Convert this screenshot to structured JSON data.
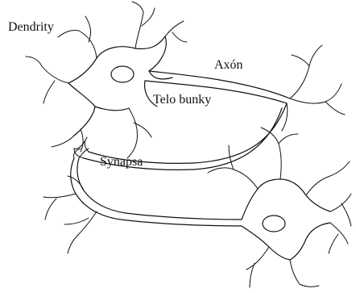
{
  "labels": {
    "dendrity": "Dendrity",
    "axon": "Axón",
    "telo_bunky": "Telo bunky",
    "synapsa": "Synapsa"
  },
  "colors": {
    "line": "#111111",
    "background": "#ffffff"
  }
}
